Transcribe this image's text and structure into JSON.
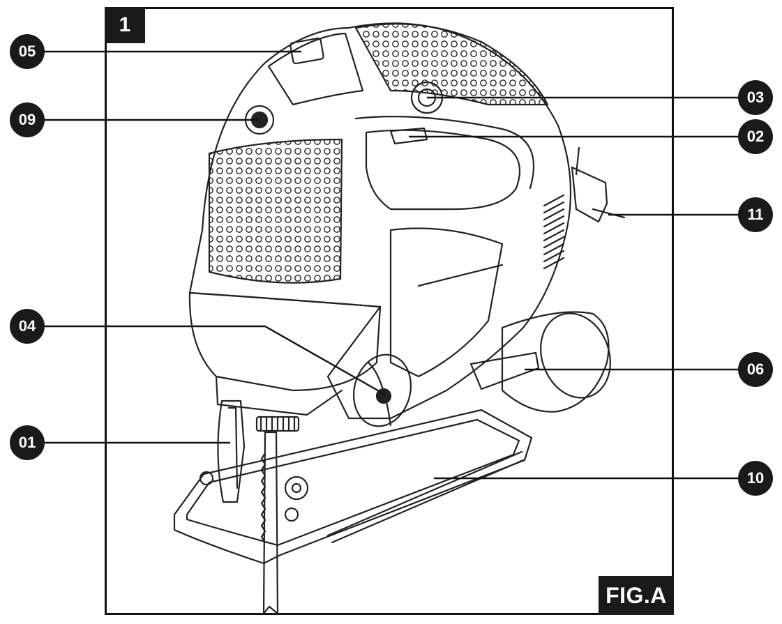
{
  "figure": {
    "number": "1",
    "label": "FIG.A"
  },
  "callouts": [
    {
      "id": "05",
      "text": "05"
    },
    {
      "id": "09",
      "text": "09"
    },
    {
      "id": "03",
      "text": "03"
    },
    {
      "id": "02",
      "text": "02"
    },
    {
      "id": "11",
      "text": "11"
    },
    {
      "id": "04",
      "text": "04"
    },
    {
      "id": "06",
      "text": "06"
    },
    {
      "id": "01",
      "text": "01"
    },
    {
      "id": "10",
      "text": "10"
    }
  ],
  "colors": {
    "ink": "#1a1a1a",
    "paper": "#ffffff"
  }
}
